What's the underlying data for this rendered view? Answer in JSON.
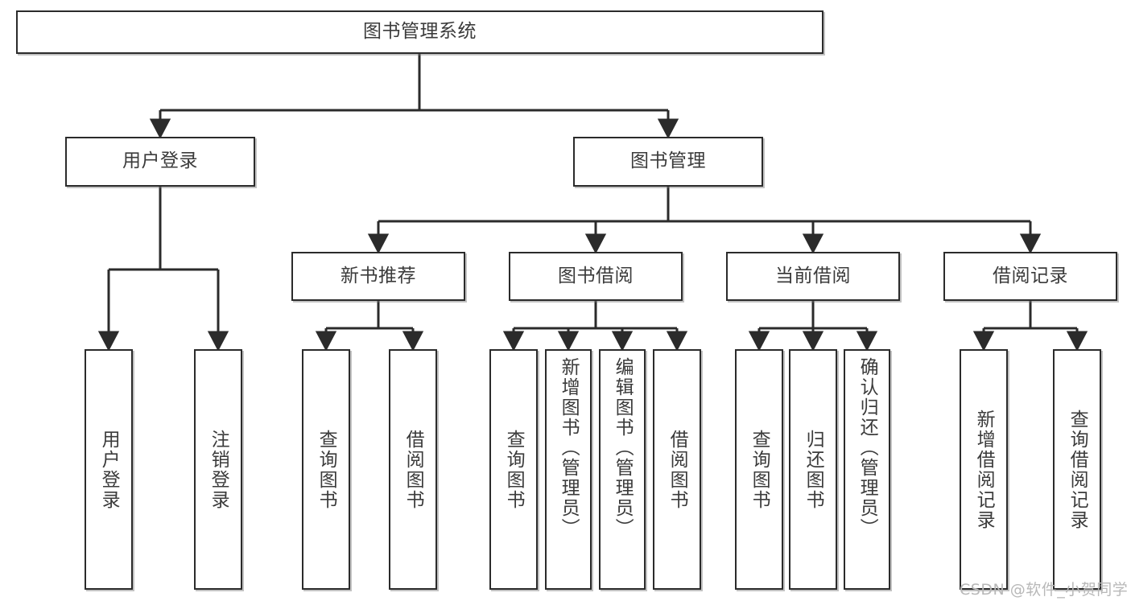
{
  "diagram": {
    "title": "图书管理系统",
    "type": "tree",
    "orientation": "top-down",
    "line_color": "#2b2b2b",
    "box_fill": "#ffffff",
    "text_color": "#3b3b3b"
  },
  "nodes": {
    "root": {
      "label": "图书管理系统",
      "level": 0
    },
    "user_login": {
      "label": "用户登录",
      "level": 1
    },
    "book_manage": {
      "label": "图书管理",
      "level": 1
    },
    "new_book_rec": {
      "label": "新书推荐",
      "level": 2
    },
    "book_borrow": {
      "label": "图书借阅",
      "level": 2
    },
    "current_borrow": {
      "label": "当前借阅",
      "level": 2
    },
    "borrow_record": {
      "label": "借阅记录",
      "level": 2
    },
    "leaf_user_login": {
      "label": "用户登录",
      "level": 3
    },
    "leaf_logout": {
      "label": "注销登录",
      "level": 3
    },
    "leaf_query_book_1": {
      "label": "查询图书",
      "level": 3
    },
    "leaf_borrow_book_1": {
      "label": "借阅图书",
      "level": 3
    },
    "leaf_query_book_2": {
      "label": "查询图书",
      "level": 3
    },
    "leaf_add_book": {
      "label": "新增图书（管理员）",
      "level": 3
    },
    "leaf_edit_book": {
      "label": "编辑图书（管理员）",
      "level": 3
    },
    "leaf_borrow_book_2": {
      "label": "借阅图书",
      "level": 3
    },
    "leaf_query_book_3": {
      "label": "查询图书",
      "level": 3
    },
    "leaf_return_book": {
      "label": "归还图书",
      "level": 3
    },
    "leaf_confirm_return": {
      "label": "确认归还（管理员）",
      "level": 3
    },
    "leaf_add_record": {
      "label": "新增借阅记录",
      "level": 3
    },
    "leaf_query_record": {
      "label": "查询借阅记录",
      "level": 3
    }
  },
  "watermark": {
    "text": "CSDN @软件_小贺同学"
  }
}
